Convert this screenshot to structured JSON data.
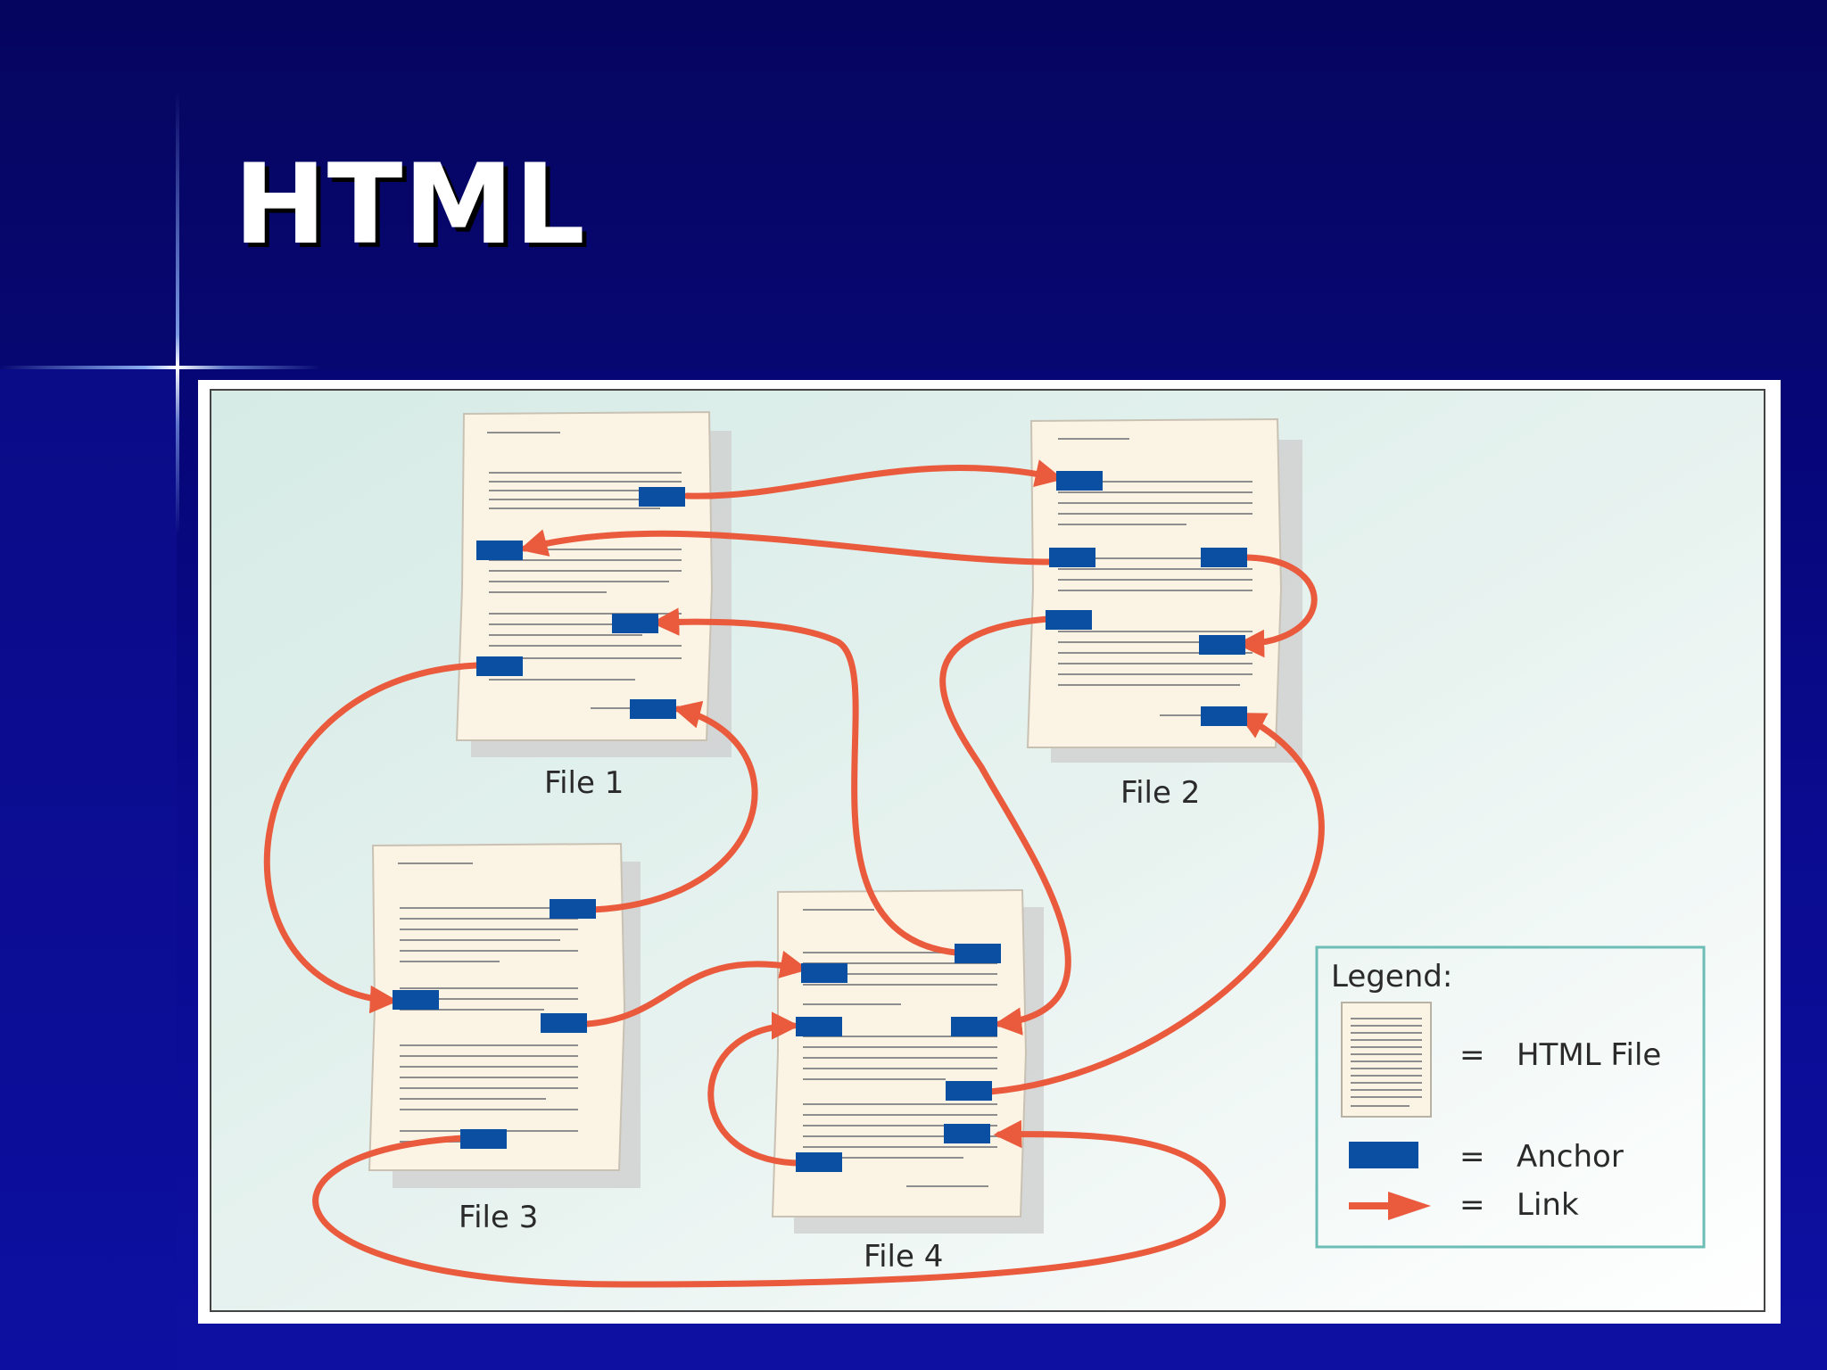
{
  "slide": {
    "title": "HTML"
  },
  "diagram": {
    "files": [
      {
        "id": "file-1",
        "label": "File 1"
      },
      {
        "id": "file-2",
        "label": "File 2"
      },
      {
        "id": "file-3",
        "label": "File 3"
      },
      {
        "id": "file-4",
        "label": "File 4"
      }
    ],
    "legend": {
      "title": "Legend:",
      "equals": "=",
      "items": [
        {
          "symbol": "document",
          "label": "HTML File"
        },
        {
          "symbol": "anchor",
          "label": "Anchor"
        },
        {
          "symbol": "arrow",
          "label": "Link"
        }
      ]
    }
  },
  "colors": {
    "background": "#06066a",
    "title_text": "#ffffff",
    "panel_bg": "#e4f1ee",
    "page_fill": "#fbf3e4",
    "anchor": "#0b4fa3",
    "link": "#ea5a3d",
    "legend_border": "#6cbdb5"
  }
}
